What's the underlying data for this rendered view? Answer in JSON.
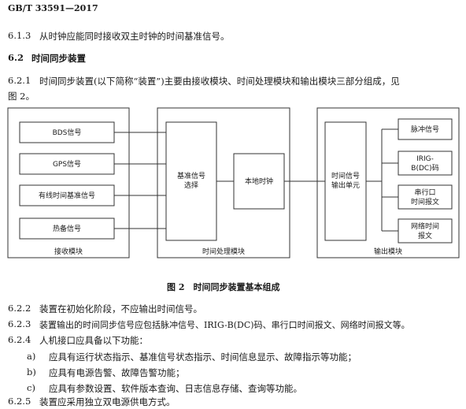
{
  "header": "GB/T 33591—2017",
  "sec_6_1_3": {
    "num": "6.1.3",
    "text": "从时钟应能同时接收双主时钟的时间基准信号。"
  },
  "sec_6_2": {
    "num": "6.2",
    "title": "时间同步装置"
  },
  "sec_6_2_1": {
    "num": "6.2.1",
    "line1": "时间同步装置(以下简称“装置”)主要由接收模块、时间处理模块和输出模块三部分组成，见",
    "line2": "图 2。"
  },
  "figure": {
    "receive_items": [
      "BDS信号",
      "GPS信号",
      "有线时间基准信号",
      "热备信号"
    ],
    "receive_label": "接收模块",
    "process_label": "时间处理模块",
    "ref_select": [
      "基准信号",
      "选择"
    ],
    "local_clock": "本地时钟",
    "output_unit": [
      "时间信号",
      "输出单元"
    ],
    "output_items": [
      [
        "脉冲信号"
      ],
      [
        "IRIG-",
        "B(DC)码"
      ],
      [
        "串行口",
        "时间报文"
      ],
      [
        "网络时间",
        "报文"
      ]
    ],
    "output_label": "输出模块",
    "caption": "图 2　时间同步装置基本组成"
  },
  "sec_6_2_2": {
    "num": "6.2.2",
    "text": "装置在初始化阶段，不应输出时间信号。"
  },
  "sec_6_2_3": {
    "num": "6.2.3",
    "text": "装置输出的时间同步信号应包括脉冲信号、IRIG-B(DC)码、串行口时间报文、网络时间报文等。"
  },
  "sec_6_2_4": {
    "num": "6.2.4",
    "text": "人机接口应具备以下功能：",
    "items": [
      {
        "label": "a)",
        "text": "应具有运行状态指示、基准信号状态指示、时间信息显示、故障指示等功能；"
      },
      {
        "label": "b)",
        "text": "应具有电源告警、故障告警功能；"
      },
      {
        "label": "c)",
        "text": "应具有参数设置、软件版本查询、日志信息存储、查询等功能。"
      }
    ]
  },
  "sec_6_2_5": {
    "num": "6.2.5",
    "text": "装置应采用独立双电源供电方式。"
  }
}
